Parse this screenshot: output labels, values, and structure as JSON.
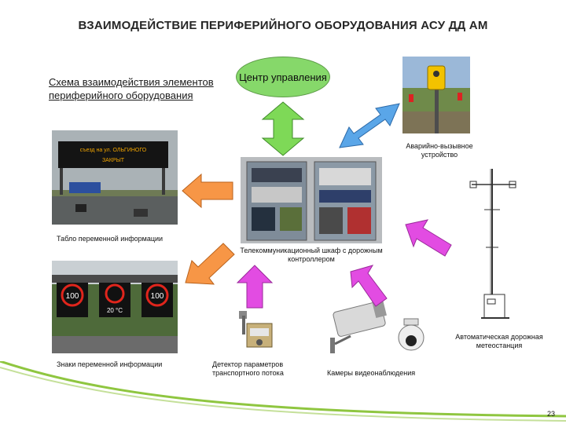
{
  "title": "ВЗАИМОДЕЙСТВИЕ ПЕРИФЕРИЙНОГО ОБОРУДОВАНИЯ АСУ ДД АМ",
  "subtitle": "Схема взаимодействия элементов периферийного оборудования",
  "center": "Центр управления",
  "captions": {
    "emergency": "Аварийно-вызывное устройство",
    "vms_board": "Табло переменной информации",
    "cabinet": "Телекоммуникационный шкаф с дорожным контроллером",
    "weather": "Автоматическая дорожная метеостанция",
    "vms_signs": "Знаки переменной информации",
    "detector": "Детектор параметров транспортного потока",
    "cameras": "Камеры видеонаблюдения"
  },
  "board_text": [
    "съезд на ул. ОЛЬГИНОГО",
    "ЗАКРЫТ"
  ],
  "sign_values": [
    "100",
    "100",
    "20 °C"
  ],
  "page_number": "23",
  "colors": {
    "arrow_green": "#7ed957",
    "arrow_blue": "#5aa6e8",
    "arrow_orange": "#f79646",
    "arrow_magenta": "#e24ce2",
    "oval": "#86d86a",
    "deco": "#8fc640"
  }
}
